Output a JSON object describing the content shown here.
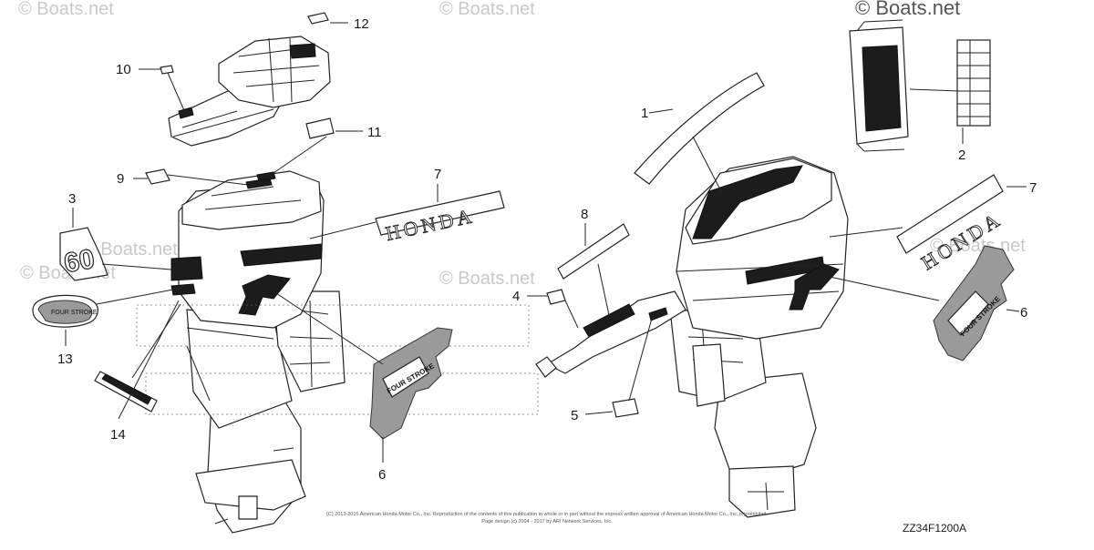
{
  "watermarks": [
    "© Boats.net",
    "© Boats.net",
    "© Boats.net",
    "© Boats.net",
    "© Boats.net",
    "© Boats.net",
    "© Boats.net"
  ],
  "callouts": [
    "1",
    "2",
    "3",
    "4",
    "5",
    "6",
    "6",
    "7",
    "7",
    "8",
    "9",
    "10",
    "11",
    "12",
    "13",
    "14"
  ],
  "decal_text": {
    "brand": "HONDA",
    "four_stroke": "FOUR STROKE",
    "model": "60"
  },
  "copyright_lines": [
    "(C) 2013-2015 American Honda Motor Co., Inc. Reproduction of the contents of this publication in whole or in part without the express written approval of American Honda Motor Co., Inc. is prohibited.",
    "Page design (c) 2004 - 2017 by ARI Network Services, Inc."
  ],
  "diagram_code": "ZZ34F1200A",
  "colors": {
    "ink": "#1a1a1a",
    "watermark": "#c9c9c9",
    "background": "#ffffff"
  }
}
